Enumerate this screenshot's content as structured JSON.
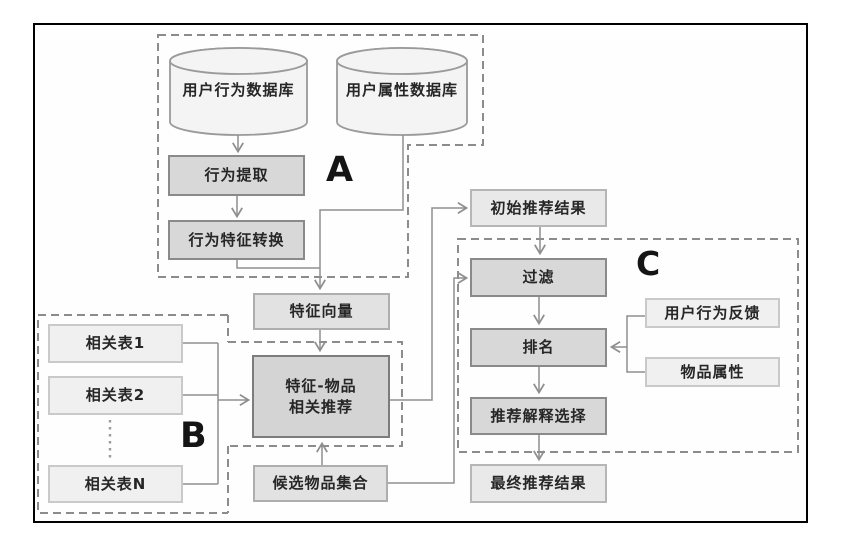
{
  "diagram": {
    "region_labels": {
      "a": "A",
      "b": "B",
      "c": "C"
    },
    "databases": {
      "user_behavior_db": {
        "label": "用户行为数据库"
      },
      "user_attribute_db": {
        "label": "用户属性数据库"
      }
    },
    "nodes": {
      "behavior_extraction": {
        "label": "行为提取"
      },
      "behavior_feature_conversion": {
        "label": "行为特征转换"
      },
      "feature_vector": {
        "label": "特征向量"
      },
      "feature_item_recommendation": {
        "label_line1": "特征-物品",
        "label_line2": "相关推荐"
      },
      "candidate_item_set": {
        "label": "候选物品集合"
      },
      "initial_recommendation_results": {
        "label": "初始推荐结果"
      },
      "filter": {
        "label": "过滤"
      },
      "ranking": {
        "label": "排名"
      },
      "recommendation_explanation_selection": {
        "label": "推荐解释选择"
      },
      "final_recommendation_results": {
        "label": "最终推荐结果"
      },
      "user_behavior_feedback": {
        "label": "用户行为反馈"
      },
      "item_attributes": {
        "label": "物品属性"
      },
      "related_table_1": {
        "label": "相关表1"
      },
      "related_table_2": {
        "label": "相关表2"
      },
      "related_table_n": {
        "label": "相关表N"
      }
    },
    "colors": {
      "outer_border": "#000000",
      "connector_line": "#8f8f8f",
      "dashed_region": "#8c8c8c",
      "emphasized_fill": "#d8d8d8",
      "emphasized_border": "#8a8a8a",
      "dark_fill": "#d4d4d4",
      "dark_border": "#7c7c7c",
      "medium_fill": "#e2e2e2",
      "light_fill": "#e9e9e9",
      "lighter_fill": "#f0f0f0",
      "cylinder_fill": "#f4f4f4",
      "cylinder_border": "#9a9a9a"
    }
  }
}
